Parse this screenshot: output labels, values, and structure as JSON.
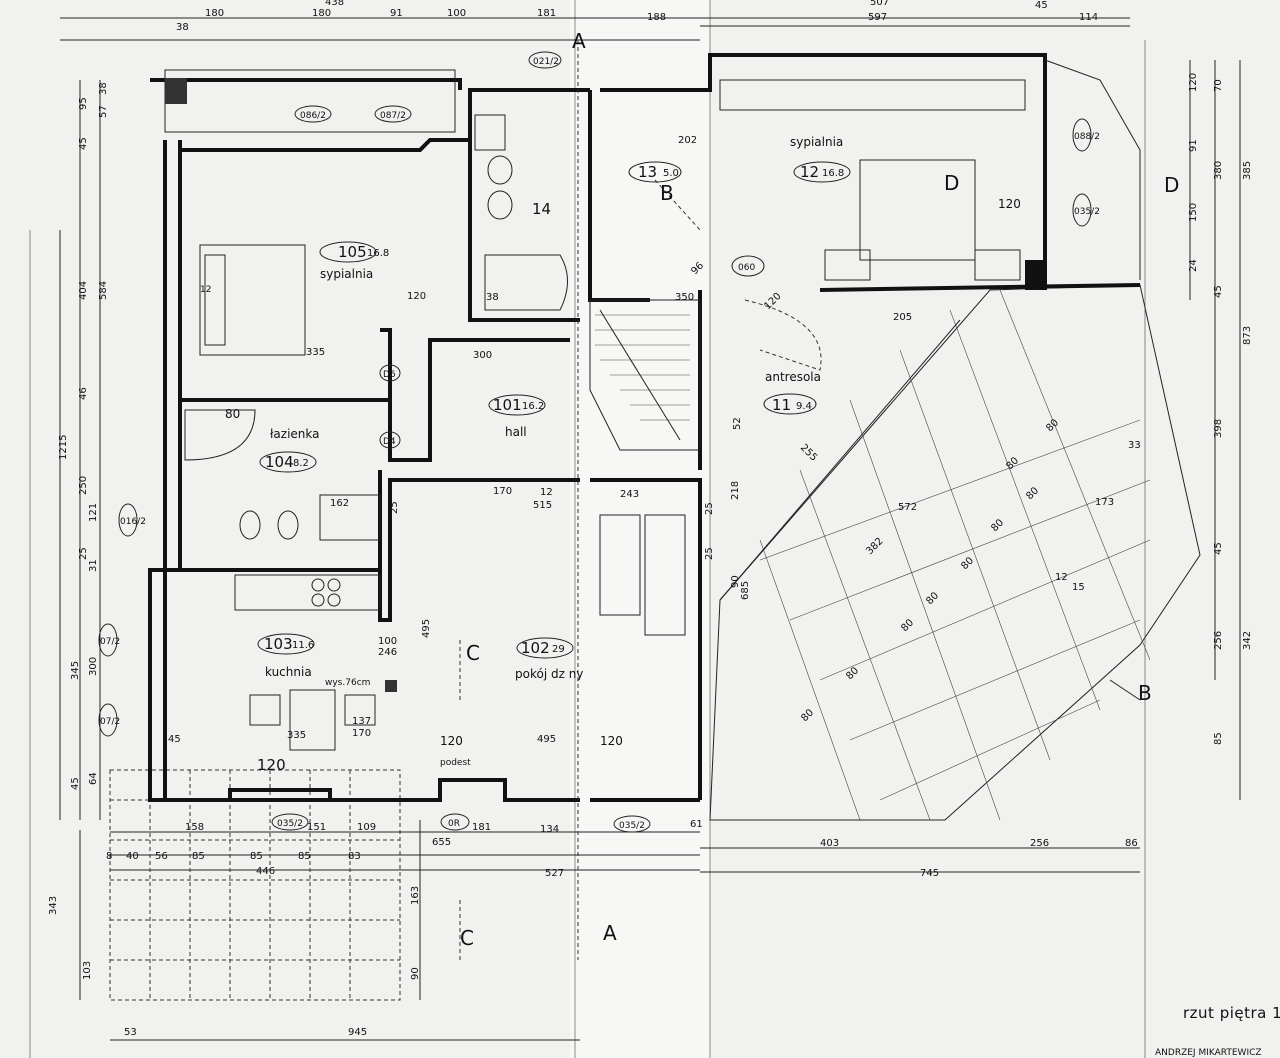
{
  "rooms": [
    {
      "id": "101",
      "name": "hall",
      "area": "16.2"
    },
    {
      "id": "102",
      "name": "pokój dz   ny",
      "area": "29"
    },
    {
      "id": "103",
      "name": "kuchnia",
      "area": "11.6"
    },
    {
      "id": "104",
      "name": "łazienka",
      "area": "8.2"
    },
    {
      "id": "105",
      "name": "sypialnia",
      "area": "16.8"
    },
    {
      "id": "11",
      "name": "antresola",
      "area": "9.4"
    },
    {
      "id": "12",
      "name": "sypialnia",
      "area": "16.8"
    },
    {
      "id": "13",
      "name": "",
      "area": "5.0"
    },
    {
      "id": "14",
      "name": "",
      "area": ""
    }
  ],
  "sections": {
    "a_top": "A",
    "a_bottom": "A",
    "b_top": "B",
    "b_right": "B",
    "c_mid": "C",
    "c_bottom": "C",
    "d_room": "D",
    "d_right": "D"
  },
  "window_tags": [
    "086/2",
    "087/2",
    "021/2",
    "016/2",
    "07/2",
    "07/2",
    "035/2",
    "0R",
    "035/2",
    "088/2",
    "035/2",
    "D6",
    "D4",
    "060"
  ],
  "handwritten": [
    "120",
    "120",
    "podest",
    "120",
    "120",
    "80",
    "12"
  ],
  "annotations": {
    "wys": "wys.76cm"
  },
  "dimensions": {
    "top": [
      "438",
      "180",
      "91",
      "100",
      "181",
      "188",
      "507",
      "597",
      "114",
      "45"
    ],
    "top_small": [
      "38",
      "180"
    ],
    "interior": [
      "300",
      "170",
      "515",
      "243",
      "335",
      "335",
      "495",
      "495",
      "246",
      "100",
      "137",
      "170",
      "120",
      "202",
      "350",
      "205",
      "255",
      "572",
      "382",
      "173",
      "218",
      "685",
      "90",
      "80",
      "80",
      "80",
      "80",
      "80",
      "80",
      "80",
      "80",
      "80",
      "52",
      "120",
      "96",
      "12",
      "33",
      "162",
      "38",
      "12",
      "15",
      "25",
      "25",
      "25"
    ],
    "bottom_row1": [
      "158",
      "151",
      "109",
      "181",
      "134",
      "61"
    ],
    "bottom_row2": [
      "8",
      "40",
      "56",
      "85",
      "85",
      "85",
      "83",
      "655",
      "527"
    ],
    "bottom_row3": [
      "446"
    ],
    "bottom_right": [
      "403",
      "256",
      "86",
      "745"
    ],
    "bottom_total": [
      "53",
      "945"
    ],
    "left": [
      "95",
      "57",
      "38",
      "45",
      "404",
      "584",
      "46",
      "1215",
      "250",
      "121",
      "25",
      "31",
      "345",
      "300",
      "45",
      "64",
      "45",
      "343",
      "103",
      "163",
      "90"
    ],
    "right": [
      "120",
      "70",
      "91",
      "380",
      "385",
      "150",
      "24",
      "45",
      "873",
      "398",
      "45",
      "256",
      "342",
      "85"
    ]
  },
  "title": "rzut piętra 1",
  "stamp": "ANDRZEJ MIKARTEWICZ"
}
